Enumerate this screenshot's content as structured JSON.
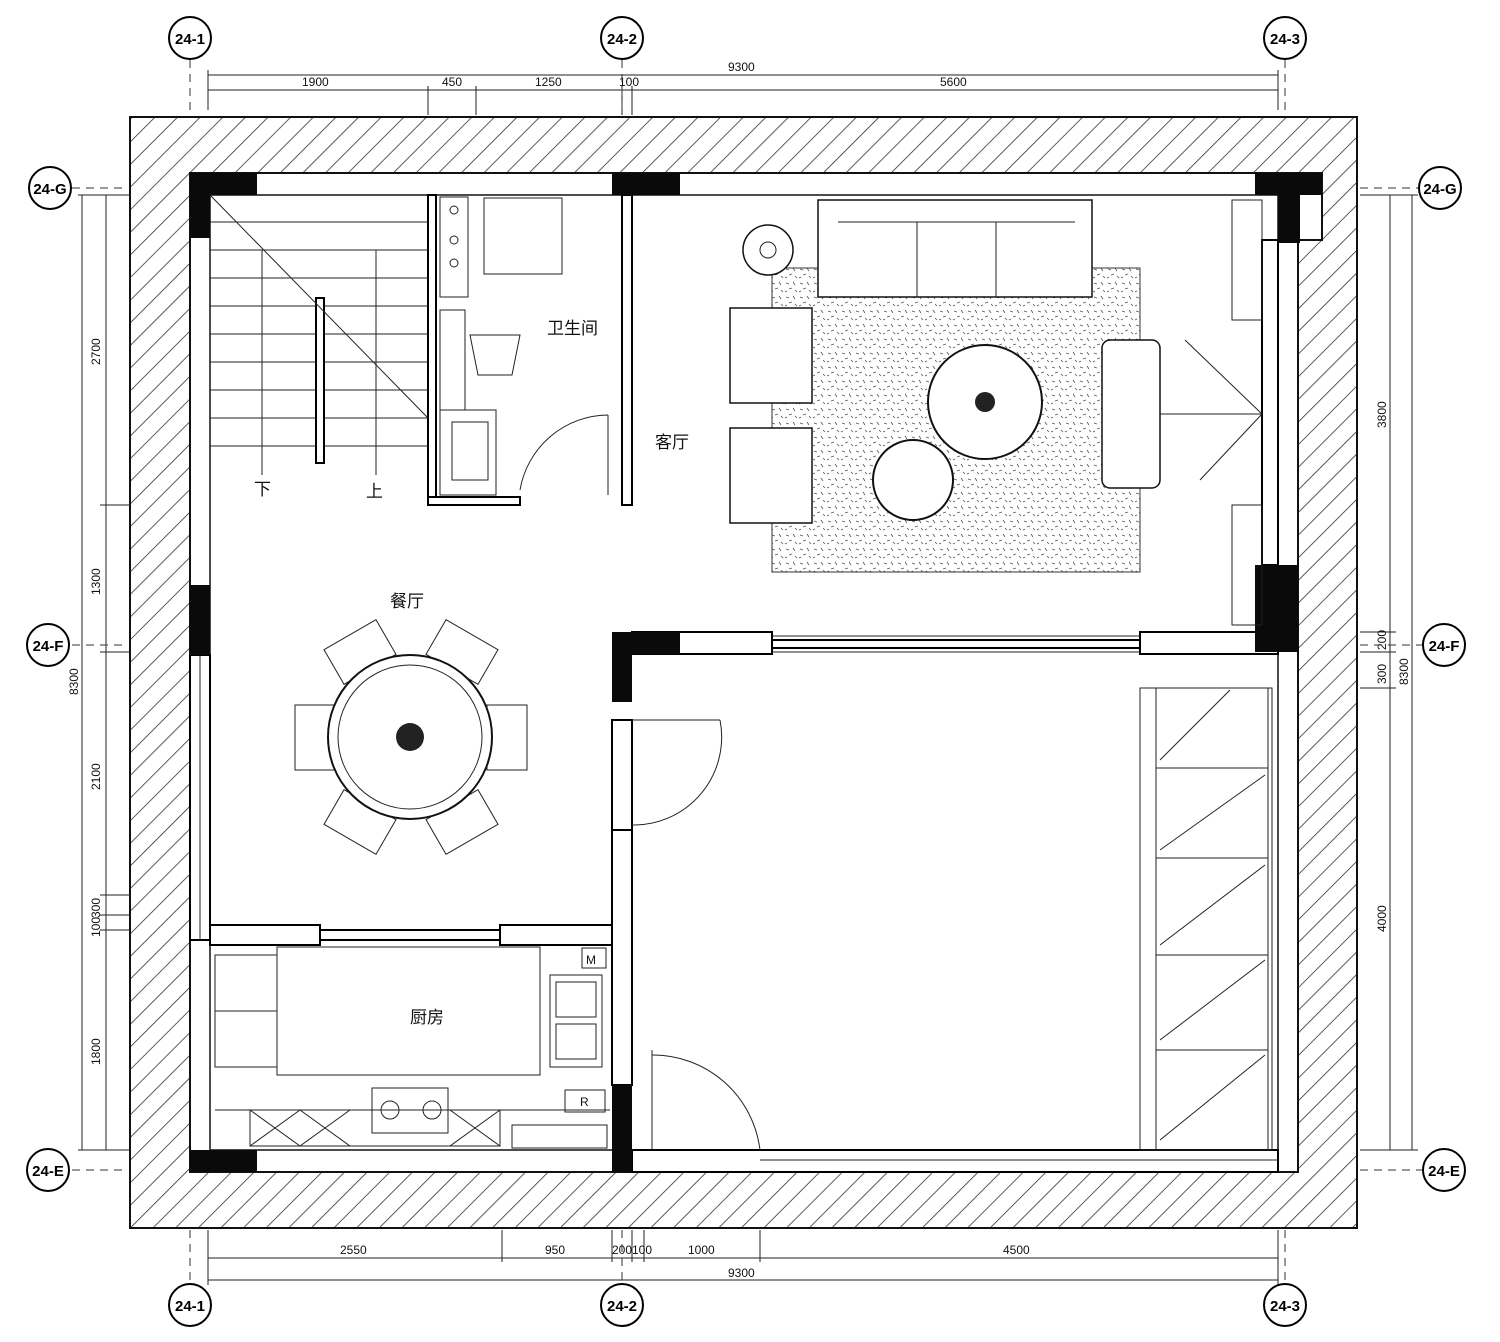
{
  "plan": {
    "grid_labels": {
      "top": [
        "24-1",
        "24-2",
        "24-3"
      ],
      "bottom": [
        "24-1",
        "24-2",
        "24-3"
      ],
      "left": [
        "24-G",
        "24-F",
        "24-E"
      ],
      "right": [
        "24-G",
        "24-F",
        "24-E"
      ]
    },
    "dimensions": {
      "top_total": "9300",
      "top_segments": [
        "1900",
        "450",
        "1250",
        "100",
        "5600"
      ],
      "bottom_total": "9300",
      "bottom_segments": [
        "2550",
        "950",
        "200",
        "100",
        "1000",
        "4500"
      ],
      "left_total": "8300",
      "left_segments": [
        "2700",
        "1300",
        "2100",
        "300",
        "100",
        "1800"
      ],
      "right_total": "8300",
      "right_segments": [
        "3800",
        "200",
        "300",
        "4000"
      ]
    },
    "rooms": {
      "bathroom": "卫生间",
      "living_room": "客厅",
      "dining_room": "餐厅",
      "kitchen": "厨房"
    },
    "stair_labels": {
      "down": "下",
      "up": "上"
    },
    "appliance_labels": {
      "microwave": "M",
      "fridge": "R"
    }
  }
}
